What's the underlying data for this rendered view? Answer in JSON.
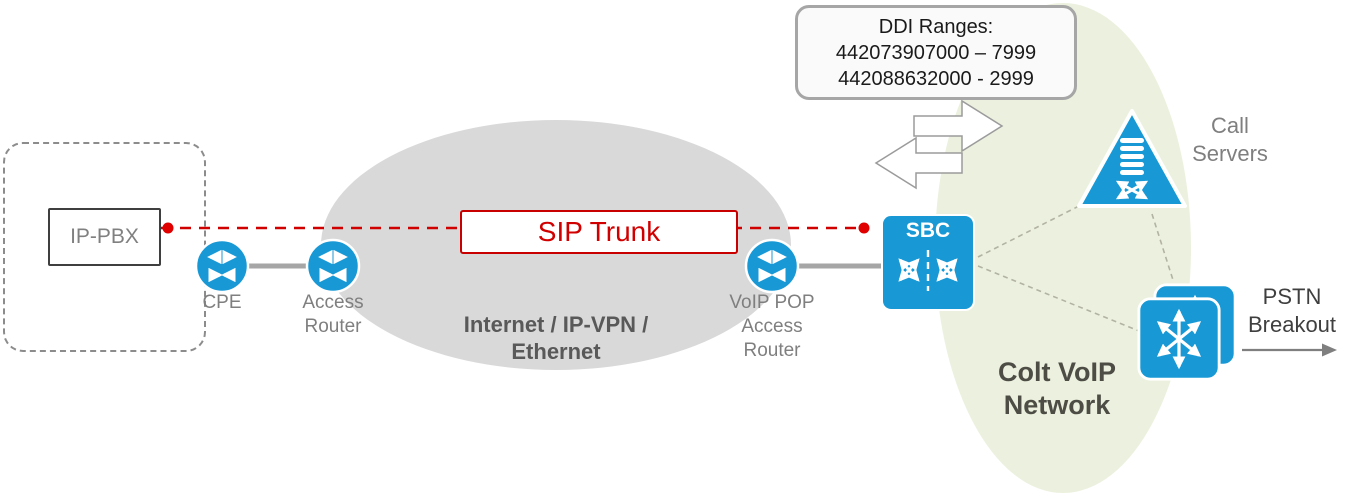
{
  "colors": {
    "node_blue": "#1899D6",
    "red": "#D10000",
    "internet_cloud_gray": "#D9D9D9",
    "colt_network_green": "#EBF1DE",
    "label_gray": "#7F7F7F",
    "dark_text_gray": "#595959",
    "connector_gray": "#A6A6A6"
  },
  "customer_site": {
    "ip_pbx_label": "IP-PBX"
  },
  "nodes": {
    "cpe": {
      "label": "CPE"
    },
    "access_router": {
      "label": "Access\nRouter"
    },
    "internet_cloud": {
      "label": "Internet / IP-VPN /\nEthernet"
    },
    "sip_trunk": {
      "label": "SIP Trunk"
    },
    "voip_pop_access_router": {
      "label": "VoIP POP\nAccess\nRouter"
    },
    "sbc": {
      "label": "SBC"
    },
    "call_servers": {
      "label": "Call\nServers"
    },
    "pstn_breakout": {
      "label": "PSTN\nBreakout"
    },
    "colt_voip_network": {
      "label": "Colt VoIP\nNetwork"
    }
  },
  "ddi_callout": {
    "title": "DDI Ranges:",
    "lines": [
      "442073907000 – 7999",
      "442088632000 - 2999"
    ]
  }
}
